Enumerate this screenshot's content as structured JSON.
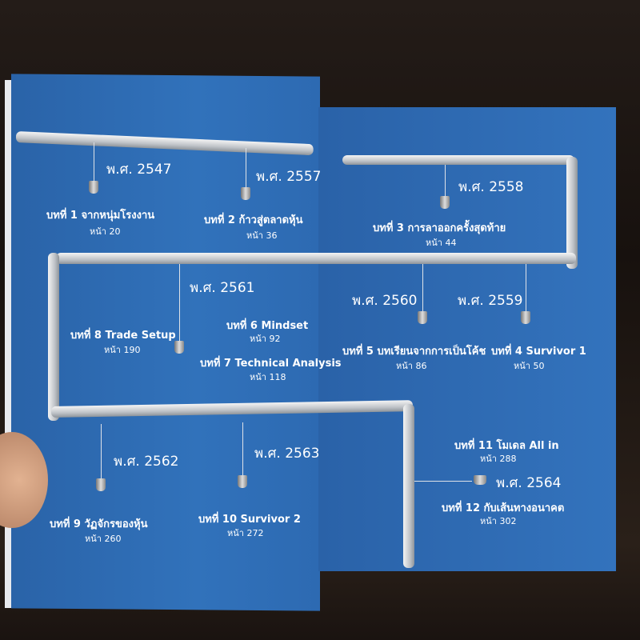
{
  "colors": {
    "page": "#2f6cb4",
    "pipe": "#c8ccd0",
    "text": "#ffffff"
  },
  "timeline": [
    {
      "year": "พ.ศ. 2547",
      "chapter": "บทที่ 1 จากหนุ่มโรงงาน",
      "page": "หน้า 20"
    },
    {
      "year": "พ.ศ. 2557",
      "chapter": "บทที่ 2 ก้าวสู่ตลาดหุ้น",
      "page": "หน้า 36"
    },
    {
      "year": "พ.ศ. 2558",
      "chapter": "บทที่ 3 การลาออกครั้งสุดท้าย",
      "page": "หน้า 44"
    },
    {
      "year": "พ.ศ. 2559",
      "chapter": "บทที่ 4 Survivor 1",
      "page": "หน้า 50"
    },
    {
      "year": "พ.ศ. 2560",
      "chapter": "บทที่ 5 บทเรียนจากการเป็นโค้ช",
      "page": "หน้า 86"
    },
    {
      "year": "พ.ศ. 2561",
      "chapter": "บทที่ 6 Mindset",
      "page": "หน้า 92"
    },
    {
      "year": "",
      "chapter": "บทที่ 7 Technical Analysis",
      "page": "หน้า 118"
    },
    {
      "year": "",
      "chapter": "บทที่ 8 Trade Setup",
      "page": "หน้า 190"
    },
    {
      "year": "พ.ศ. 2562",
      "chapter": "บทที่ 9 วัฏจักรของหุ้น",
      "page": "หน้า 260"
    },
    {
      "year": "พ.ศ. 2563",
      "chapter": "บทที่ 10 Survivor 2",
      "page": "หน้า 272"
    },
    {
      "year": "",
      "chapter": "บทที่ 11 โมเดล All in",
      "page": "หน้า 288"
    },
    {
      "year": "พ.ศ. 2564",
      "chapter": "บทที่ 12 กับเส้นทางอนาคต",
      "page": "หน้า 302"
    }
  ]
}
